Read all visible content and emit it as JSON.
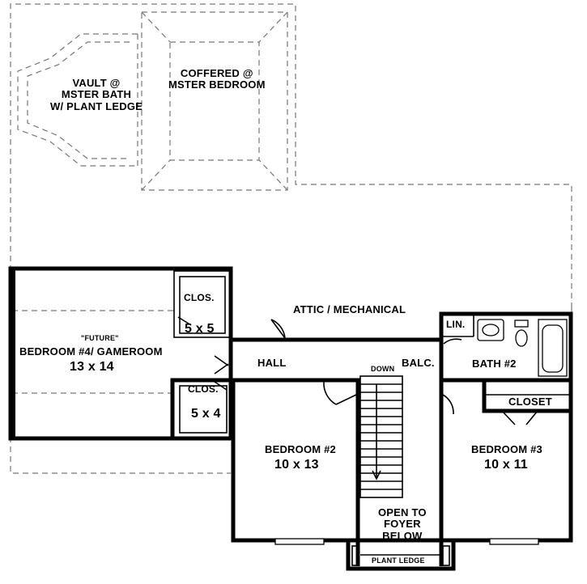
{
  "plan": {
    "vault": {
      "line1": "VAULT @",
      "line2": "MSTER BATH",
      "line3": "W/ PLANT LEDGE"
    },
    "coffered": {
      "line1": "COFFERED @",
      "line2": "MSTER BEDROOM"
    },
    "attic": "ATTIC / MECHANICAL",
    "bedroom4": {
      "future": "\"FUTURE\"",
      "name": "BEDROOM #4/ GAMEROOM",
      "size": "13 x 14"
    },
    "clos_upper": {
      "name": "CLOS.",
      "size": "5 x 5"
    },
    "clos_lower": {
      "name": "CLOS.",
      "size": "5 x 4"
    },
    "hall": "HALL",
    "down": "DOWN",
    "balc": "BALC.",
    "lin": "LIN.",
    "bath2": "BATH #2",
    "closet": "CLOSET",
    "bedroom2": {
      "name": "BEDROOM #2",
      "size": "10 x 13"
    },
    "bedroom3": {
      "name": "BEDROOM #3",
      "size": "10 x 11"
    },
    "open": {
      "line1": "OPEN TO",
      "line2": "FOYER",
      "line3": "BELOW"
    },
    "plant_ledge": "PLANT LEDGE"
  }
}
